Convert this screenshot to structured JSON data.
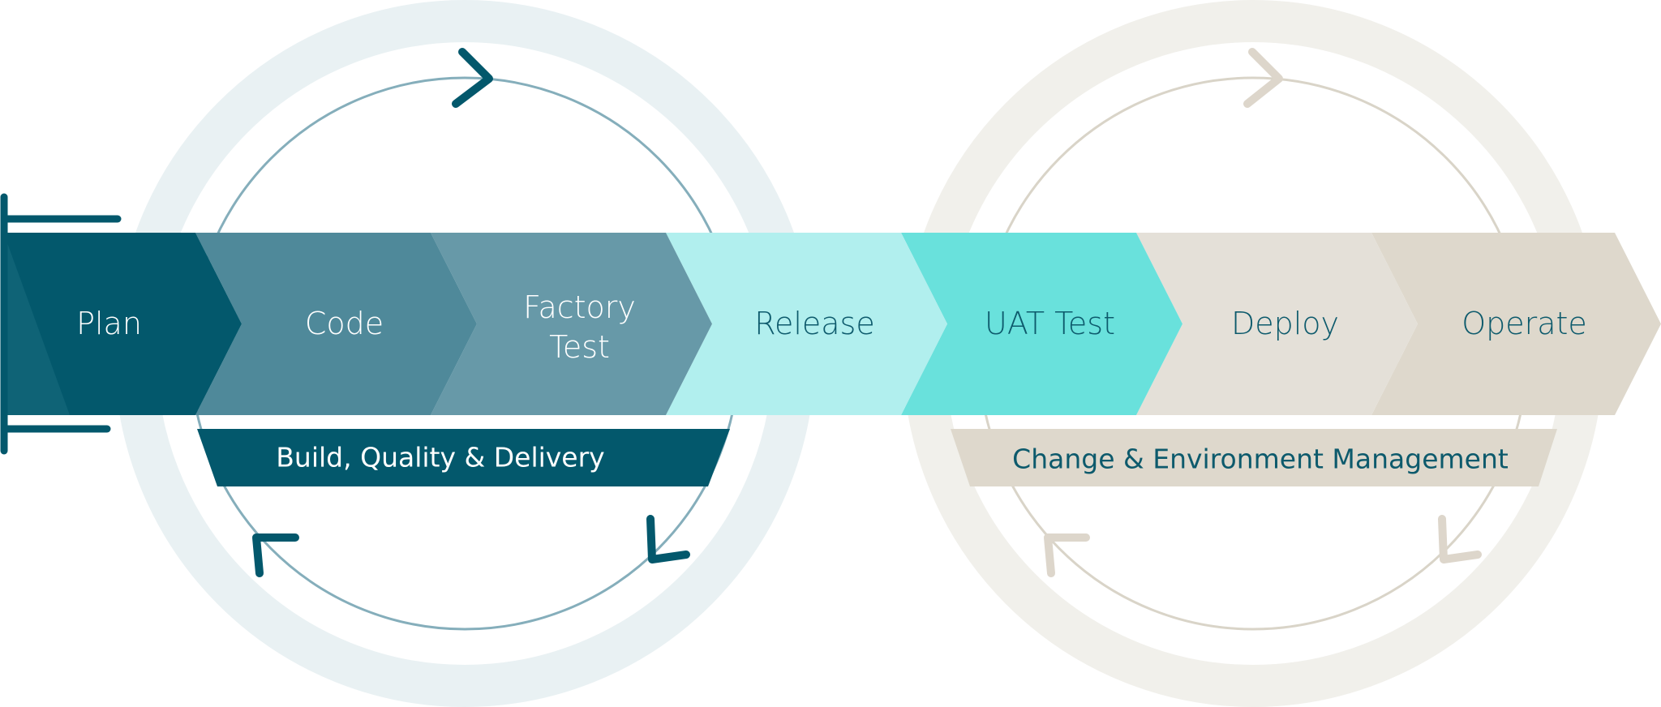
{
  "diagram": {
    "cycles": [
      {
        "name": "Build, Quality & Delivery",
        "ring_color": "#e9f1f3",
        "loop_color": "#85aebb",
        "arrow_color": "#03586c",
        "arrow_icons": [
          "chevron-right-icon",
          "arrow-up-left-icon",
          "arrow-down-left-icon"
        ]
      },
      {
        "name": "Change & Environment Management",
        "ring_color": "#f1f0eb",
        "loop_color": "#d9d4c8",
        "arrow_color": "#ddd6cb",
        "arrow_icons": [
          "chevron-right-icon",
          "arrow-up-left-icon",
          "arrow-down-left-icon"
        ]
      }
    ],
    "stages": [
      {
        "label": "Plan",
        "color": "#03586c",
        "text_color": "#ffffff"
      },
      {
        "label": "Code",
        "color": "#4f899a",
        "text_color": "#ffffff"
      },
      {
        "label": "Factory\nTest",
        "line1": "Factory",
        "line2": "Test",
        "color": "#6799a8",
        "text_color": "#ffffff"
      },
      {
        "label": "Release",
        "color": "#b1efee",
        "text_color": "#0d5a6c"
      },
      {
        "label": "UAT Test",
        "color": "#69e1dc",
        "text_color": "#0d5a6c"
      },
      {
        "label": "Deploy",
        "color": "#e4e0d8",
        "text_color": "#0d5a6c"
      },
      {
        "label": "Operate",
        "color": "#ded8cc",
        "text_color": "#0d5a6c"
      }
    ],
    "bands": [
      {
        "label": "Build, Quality & Delivery",
        "color": "#03586c",
        "text_color": "#ffffff"
      },
      {
        "label": "Change & Environment Management",
        "color": "#ded8cc",
        "text_color": "#0d5a6c"
      }
    ],
    "bracket_color": "#03586c"
  }
}
